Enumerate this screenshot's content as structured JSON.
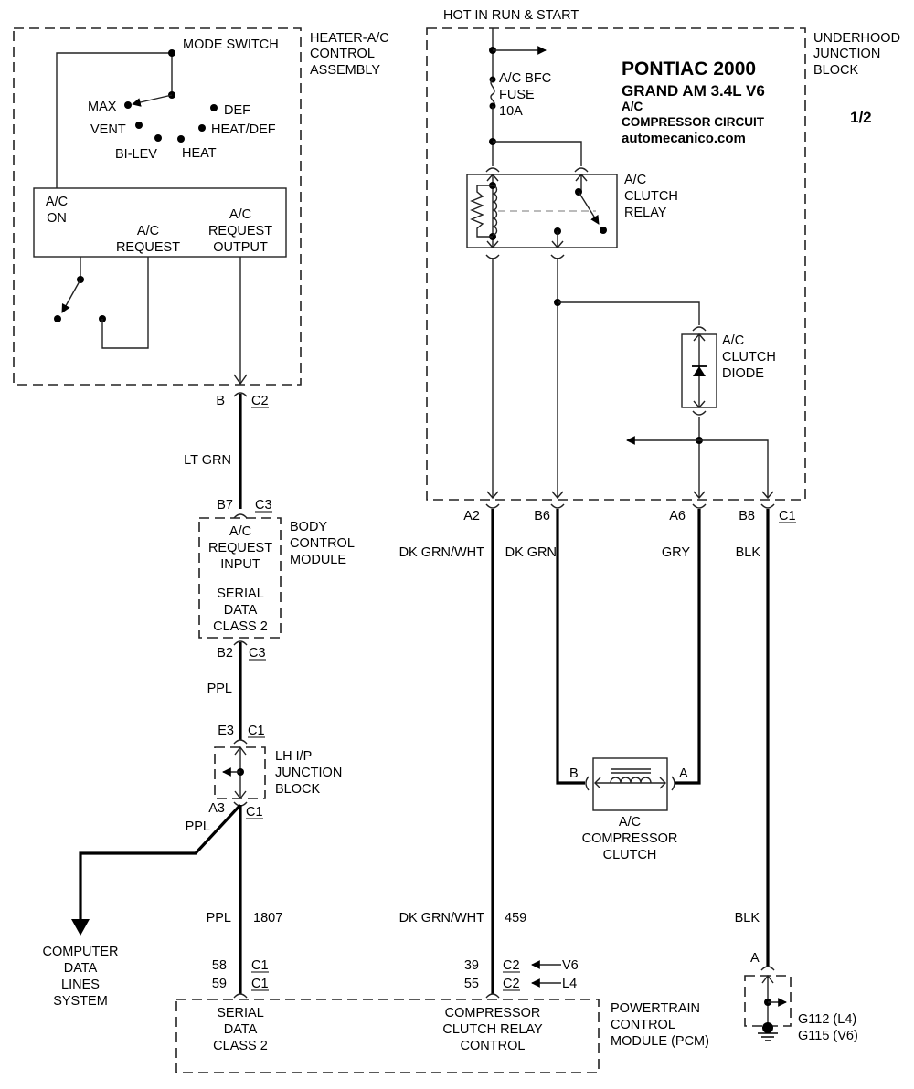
{
  "title": {
    "line1": "PONTIAC 2000",
    "line2": "GRAND AM  3.4L  V6",
    "line3": "A/C",
    "line4": "COMPRESSOR CIRCUIT",
    "website": "automecanico.com",
    "page": "1/2"
  },
  "power_source": "HOT IN RUN & START",
  "heater_ac_control": {
    "label": [
      "HEATER-A/C",
      "CONTROL",
      "ASSEMBLY"
    ],
    "mode_switch": "MODE SWITCH",
    "positions": [
      "MAX",
      "VENT",
      "BI-LEV",
      "HEAT",
      "HEAT/DEF",
      "DEF"
    ],
    "inner_labels": {
      "ac_on": [
        "A/C",
        "ON"
      ],
      "ac_request": [
        "A/C",
        "REQUEST"
      ],
      "ac_request_output": [
        "A/C",
        "REQUEST",
        "OUTPUT"
      ]
    }
  },
  "underhood_junction_block": {
    "label": [
      "UNDERHOOD",
      "JUNCTION",
      "BLOCK"
    ],
    "fuse": [
      "A/C BFC",
      "FUSE",
      "10A"
    ],
    "relay": [
      "A/C",
      "CLUTCH",
      "RELAY"
    ],
    "diode": [
      "A/C",
      "CLUTCH",
      "DIODE"
    ],
    "pins": [
      {
        "pin": "A2",
        "wire": "DK GRN/WHT"
      },
      {
        "pin": "B6",
        "wire": "DK GRN"
      },
      {
        "pin": "A6",
        "wire": "GRY"
      },
      {
        "pin": "B8",
        "wire": "BLK"
      }
    ],
    "connector": "C1"
  },
  "hvac_connector": {
    "pin": "B",
    "connector": "C2",
    "wire": "LT GRN"
  },
  "bcm": {
    "label": [
      "BODY",
      "CONTROL",
      "MODULE"
    ],
    "top_pin": "B7",
    "top_connector": "C3",
    "input": [
      "A/C",
      "REQUEST",
      "INPUT"
    ],
    "serial": [
      "SERIAL",
      "DATA",
      "CLASS 2"
    ],
    "bottom_pin": "B2",
    "bottom_connector": "C3",
    "wire": "PPL"
  },
  "lh_ip_junction_block": {
    "label": [
      "LH I/P",
      "JUNCTION",
      "BLOCK"
    ],
    "top_pin": "E3",
    "top_connector": "C1",
    "bottom_pin": "A3",
    "bottom_connector": "C1",
    "branch_wire": "PPL",
    "out_wire": "PPL",
    "circuit": "1807"
  },
  "computer_data_lines": [
    "COMPUTER",
    "DATA",
    "LINES",
    "SYSTEM"
  ],
  "compressor_clutch": {
    "label": [
      "A/C",
      "COMPRESSOR",
      "CLUTCH"
    ],
    "pin_left": "B",
    "pin_right": "A"
  },
  "relay_control_wire": {
    "wire": "DK GRN/WHT",
    "circuit": "459"
  },
  "ground_wire": {
    "wire": "BLK",
    "pin": "A",
    "ground_ids": [
      "G112 (L4)",
      "G115 (V6)"
    ]
  },
  "pcm": {
    "label": [
      "POWERTRAIN",
      "CONTROL",
      "MODULE (PCM)"
    ],
    "serial": [
      "SERIAL",
      "DATA",
      "CLASS 2"
    ],
    "relay_control": [
      "COMPRESSOR",
      "CLUTCH RELAY",
      "CONTROL"
    ],
    "serial_pins": [
      {
        "pin": "58",
        "connector": "C1"
      },
      {
        "pin": "59",
        "connector": "C1"
      }
    ],
    "relay_pins": [
      {
        "pin": "39",
        "connector": "C2",
        "variant": "V6"
      },
      {
        "pin": "55",
        "connector": "C2",
        "variant": "L4"
      }
    ]
  }
}
